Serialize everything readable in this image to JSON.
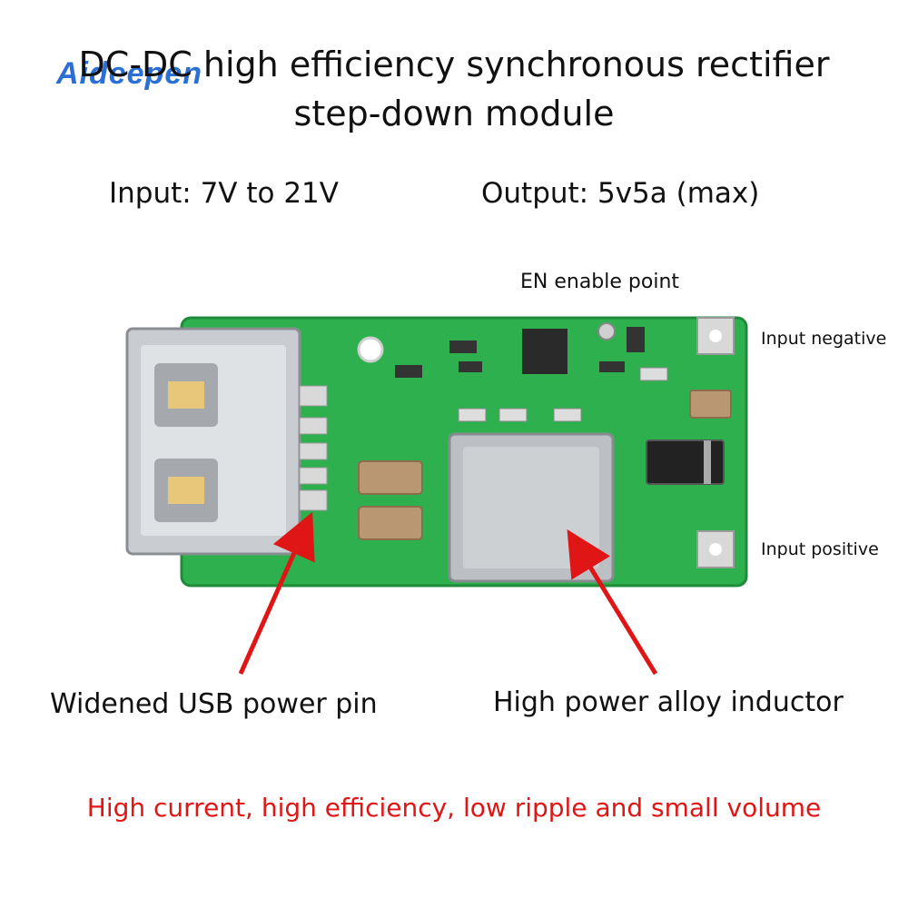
{
  "header": {
    "title_line1": "DC-DC high efficiency synchronous rectifier",
    "title_line2": "step-down module",
    "logo_text": "Aideepen"
  },
  "specs": {
    "input": "Input: 7V to 21V",
    "output": "Output: 5v5a (max)"
  },
  "labels": {
    "en_point": "EN enable point",
    "input_negative": "Input negative",
    "input_positive": "Input positive",
    "usb_pin": "Widened USB power pin",
    "inductor": "High power alloy inductor"
  },
  "tagline": "High current, high efficiency, low ripple and small volume",
  "colors": {
    "pcb": "#2fb04f",
    "arrow": "#e01515",
    "logo": "#2b6fd6"
  }
}
